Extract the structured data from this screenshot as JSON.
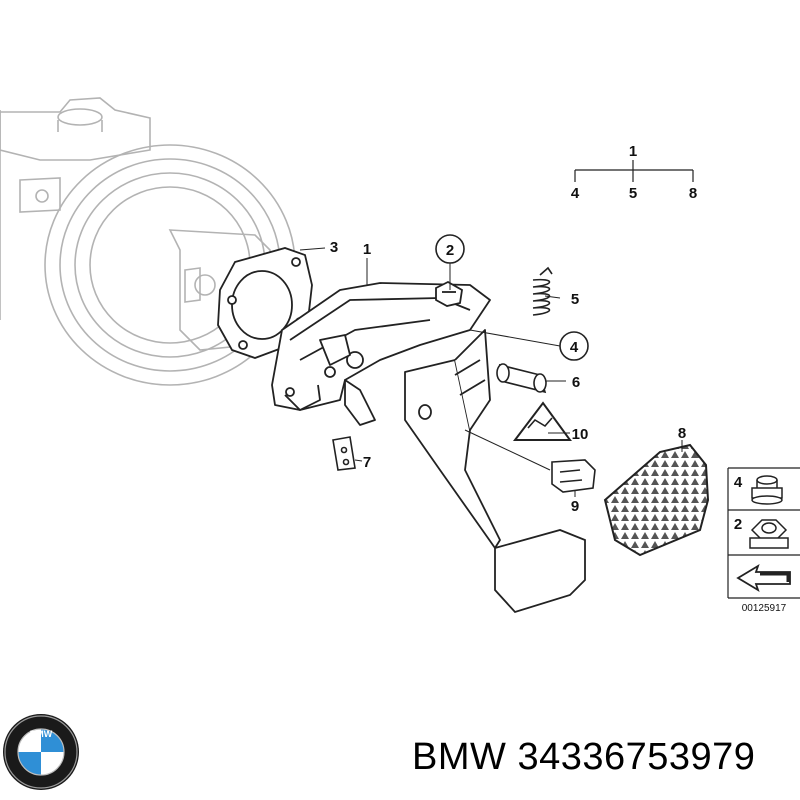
{
  "diagram": {
    "hierarchy": {
      "parent": "1",
      "children": [
        "4",
        "5",
        "8"
      ]
    },
    "callouts": {
      "c1": "1",
      "c2": "2",
      "c3": "3",
      "c4": "4",
      "c5": "5",
      "c6": "6",
      "c7": "7",
      "c8": "8",
      "c9": "9",
      "c10": "10"
    },
    "legend": {
      "item_top": "4",
      "item_bottom": "2"
    },
    "diagram_number": "00125917"
  },
  "logo": {
    "text": "BMW"
  },
  "footer": {
    "brand": "BMW",
    "part_number": "34336753979"
  },
  "colors": {
    "line": "#222222",
    "ghost": "#b0b0b0",
    "pad_fill": "#555555",
    "logo_blue": "#2f8fd6"
  }
}
